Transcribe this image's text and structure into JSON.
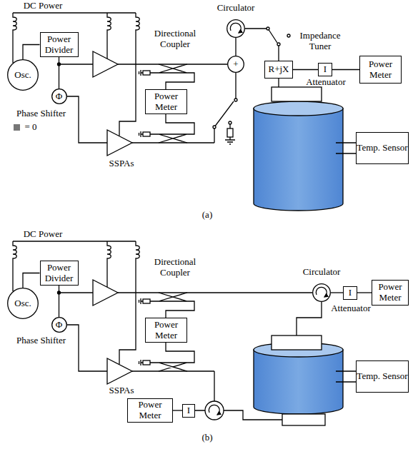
{
  "diagram": {
    "nodes": [
      {
        "text": [
          "Osc."
        ]
      },
      {
        "text": [
          "Power Divider"
        ]
      },
      {
        "text": [
          "Φ",
          "Phase Shifter"
        ]
      },
      {
        "text": [
          "Power Meter"
        ]
      },
      {
        "text": [
          "+"
        ]
      },
      {
        "text": [
          "Circulator"
        ]
      },
      {
        "text": [
          "R+jX",
          "Impedance Tuner"
        ]
      },
      {
        "text": [
          "I",
          "Attenuator"
        ]
      },
      {
        "text": [
          "Power Meter"
        ]
      },
      {
        "text": [
          "Temp. Sensor"
        ]
      },
      {
        "text": [
          "Osc."
        ]
      },
      {
        "text": [
          "Power Divider"
        ]
      },
      {
        "text": [
          "Φ",
          "Phase Shifter"
        ]
      },
      {
        "text": [
          "Power Meter"
        ]
      },
      {
        "text": [
          "Circulator"
        ]
      },
      {
        "text": [
          "I",
          "Attenuator"
        ]
      },
      {
        "text": [
          "Power Meter"
        ]
      },
      {
        "text": [
          "Temp. Sensor"
        ]
      },
      {
        "text": [
          "Power Meter"
        ]
      },
      {
        "text": [
          "I"
        ]
      }
    ],
    "edges": [
      {
        "from": 0,
        "to": 1,
        "arrow": "none"
      },
      {
        "from": 1,
        "to": 2,
        "arrow": "none"
      },
      {
        "from": 4,
        "to": 5,
        "arrow": "none"
      },
      {
        "from": 6,
        "to": 7,
        "arrow": "none"
      },
      {
        "from": 7,
        "to": 8,
        "arrow": "none"
      },
      {
        "from": 10,
        "to": 11,
        "arrow": "none"
      },
      {
        "from": 11,
        "to": 12,
        "arrow": "none"
      },
      {
        "from": 14,
        "to": 15,
        "arrow": "none"
      },
      {
        "from": 15,
        "to": 16,
        "arrow": "none"
      },
      {
        "from": 19,
        "to": 18,
        "arrow": "none"
      }
    ],
    "labels": [
      "DC Power",
      "Directional Coupler",
      "SSPAs",
      "= 0",
      "(a)",
      "DC Power",
      "Directional Coupler",
      "SSPAs",
      "(b)"
    ]
  }
}
